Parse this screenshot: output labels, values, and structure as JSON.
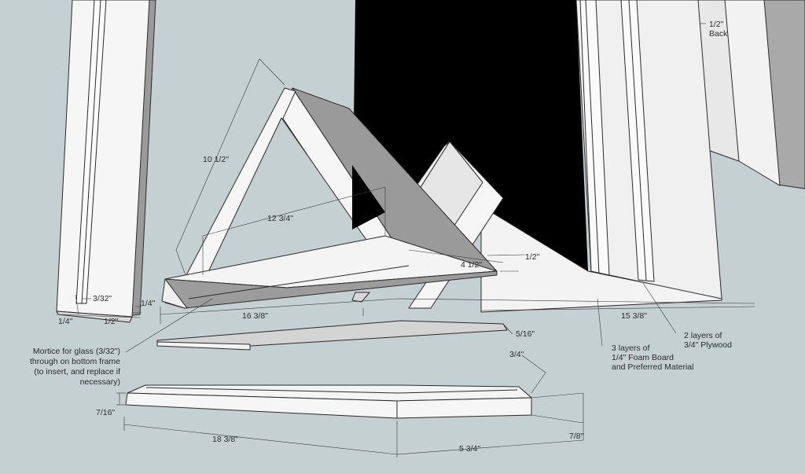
{
  "dimensions": {
    "d_10_1_2": "10 1/2\"",
    "d_12_3_4": "12 3/4\"",
    "d_4_1_2": "4 1/2\"",
    "d_1_2_right": "1/2\"",
    "d_3_32": "3/32\"",
    "d_1_4_a": "1/4\"",
    "d_1_4_b": "1/4\"",
    "d_1_2_bottom": "1/2\"",
    "d_16_3_8": "16 3/8\"",
    "d_5_16": "5/16\"",
    "d_15_3_8": "15 3/8\"",
    "d_3_4": "3/4\"",
    "d_7_16": "7/16\"",
    "d_18_3_8": "18 3/8\"",
    "d_5_3_4": "5 3/4\"",
    "d_7_8": "7/8\"",
    "d_1_2_back": "1/2\""
  },
  "notes": {
    "back_partial": "Back",
    "mortice": [
      "Mortice for glass (3/32\")",
      "through on bottom frame",
      "(to insert, and replace if",
      "necessary)"
    ],
    "foam": [
      "3 layers of",
      "1/4\" Foam Board",
      "and Preferred Material"
    ],
    "plywood": [
      "2 layers of",
      "3/4\" Plywood"
    ]
  },
  "colors": {
    "background": "#c4d0d2",
    "wood_face": "#f4f4f4",
    "wood_shade": "#9c9c9c",
    "opening": "#000000"
  }
}
